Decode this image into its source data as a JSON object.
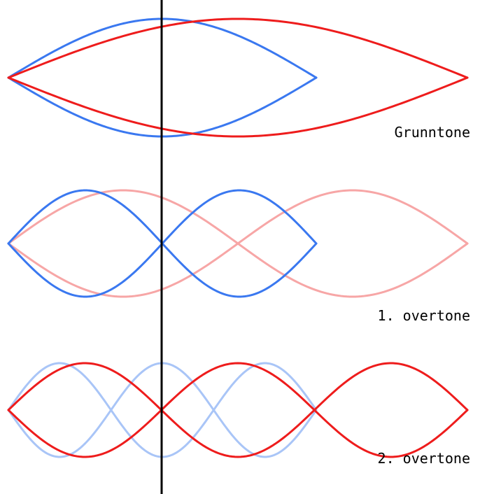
{
  "colors": {
    "blue": "#3a78f0",
    "blue_faded": "#a9c5f7",
    "red": "#ee1c1c",
    "red_faded": "#f7a6a6",
    "line": "#000000"
  },
  "rows": [
    {
      "label": "Grunntone",
      "blue_halfwaves": 1,
      "red_halfwaves": 1,
      "blue_faded": false,
      "red_faded": false
    },
    {
      "label": "1. overtone",
      "blue_halfwaves": 2,
      "red_halfwaves": 2,
      "blue_faded": false,
      "red_faded": true
    },
    {
      "label": "2. overtone",
      "blue_halfwaves": 3,
      "red_halfwaves": 3,
      "blue_faded": true,
      "red_faded": false
    }
  ]
}
